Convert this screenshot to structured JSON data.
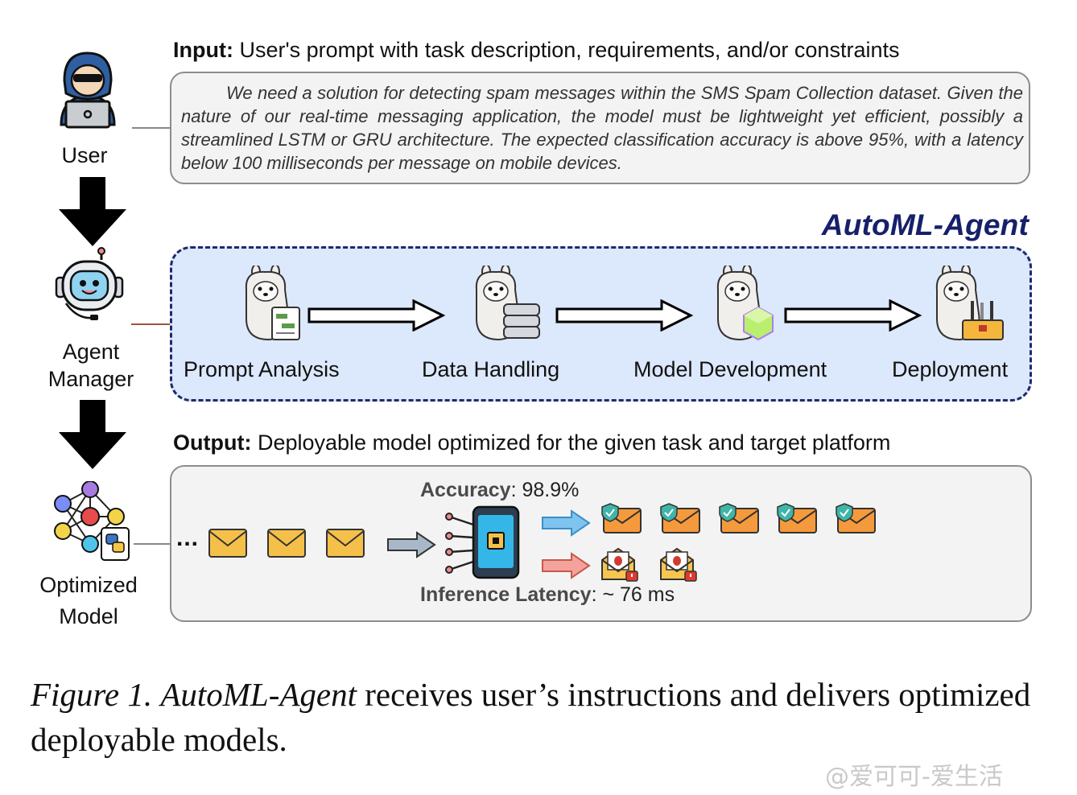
{
  "input": {
    "label": "Input:",
    "text": "User's prompt with task description, requirements, and/or constraints",
    "prompt": "We need a solution for detecting spam messages within the SMS Spam Collection dataset. Given the nature of our real-time messaging application, the model must be lightweight yet efficient, possibly a streamlined LSTM or GRU architecture. The expected classification accuracy is above 95%, with a latency below 100 milliseconds per message on mobile devices."
  },
  "actors": {
    "user": "User",
    "manager_line1": "Agent",
    "manager_line2": "Manager",
    "model_line1": "Optimized",
    "model_line2": "Model"
  },
  "agent": {
    "title": "AutoML-Agent",
    "stages": [
      "Prompt Analysis",
      "Data Handling",
      "Model Development",
      "Deployment"
    ]
  },
  "output": {
    "label": "Output:",
    "text": "Deployable model optimized for the given task and target platform",
    "ellipsis": "...",
    "accuracy_label": "Accuracy",
    "accuracy_value": ": 98.9%",
    "latency_label": "Inference Latency",
    "latency_value": ": ~ 76 ms"
  },
  "caption": {
    "figure": "Figure 1.",
    "name": "AutoML-Agent",
    "rest": " receives user’s instructions and delivers optimized deployable models."
  },
  "watermark": "@爱可可-爱生活",
  "colors": {
    "agent_box": "#dce8fb",
    "agent_border": "#1d2b6b",
    "agent_title": "#16206b",
    "envelope": "#f5c04a",
    "ham_arrow": "#7ec4ee",
    "spam_arrow": "#f3a39b"
  }
}
